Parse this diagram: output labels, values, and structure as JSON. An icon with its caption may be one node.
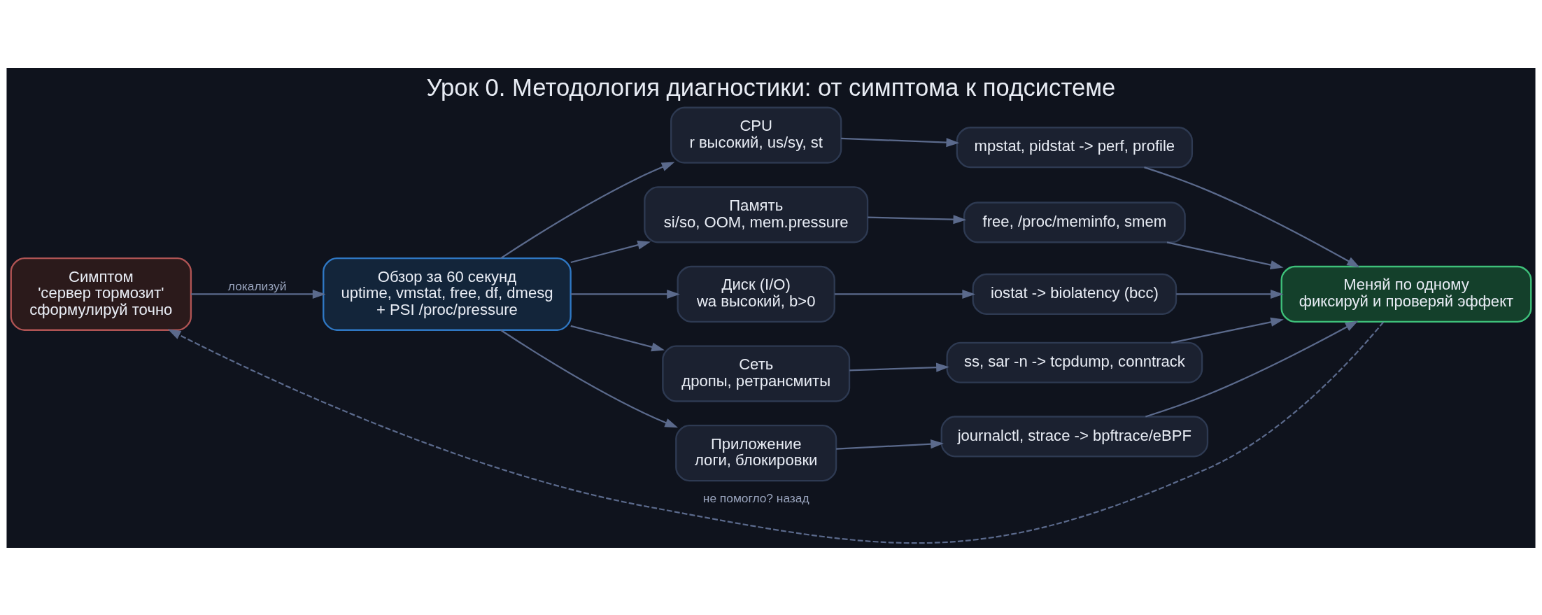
{
  "diagram": {
    "title": "Урок 0. Методология диагностики: от симптома к подсистеме",
    "nodes": [
      {
        "text": [
          "Симптом",
          "'сервер тормозит'",
          "сформулируй точно"
        ]
      },
      {
        "text": [
          "Обзор за 60 секунд",
          "uptime, vmstat, free, df, dmesg",
          "+ PSI /proc/pressure"
        ]
      },
      {
        "text": [
          "CPU",
          "r высокий, us/sy, st"
        ]
      },
      {
        "text": [
          "Память",
          "si/so, OOM, mem.pressure"
        ]
      },
      {
        "text": [
          "Диск (I/O)",
          "wa высокий, b>0"
        ]
      },
      {
        "text": [
          "Сеть",
          "дропы, ретрансмиты"
        ]
      },
      {
        "text": [
          "Приложение",
          "логи, блокировки"
        ]
      },
      {
        "text": [
          "mpstat, pidstat -> perf, profile"
        ]
      },
      {
        "text": [
          "free, /proc/meminfo, smem"
        ]
      },
      {
        "text": [
          "iostat -> biolatency (bcc)"
        ]
      },
      {
        "text": [
          "ss, sar -n -> tcpdump, conntrack"
        ]
      },
      {
        "text": [
          "journalctl, strace -> bpftrace/eBPF"
        ]
      },
      {
        "text": [
          "Меняй по одному",
          "фиксируй и проверяй эффект"
        ]
      }
    ],
    "edges": [
      {
        "from": 0,
        "to": 1,
        "arrow": "to",
        "label": "локализуй"
      },
      {
        "from": 1,
        "to": 2,
        "arrow": "to"
      },
      {
        "from": 1,
        "to": 3,
        "arrow": "to"
      },
      {
        "from": 1,
        "to": 4,
        "arrow": "to"
      },
      {
        "from": 1,
        "to": 5,
        "arrow": "to"
      },
      {
        "from": 1,
        "to": 6,
        "arrow": "to"
      },
      {
        "from": 2,
        "to": 7,
        "arrow": "to"
      },
      {
        "from": 3,
        "to": 8,
        "arrow": "to"
      },
      {
        "from": 4,
        "to": 9,
        "arrow": "to"
      },
      {
        "from": 5,
        "to": 10,
        "arrow": "to"
      },
      {
        "from": 6,
        "to": 11,
        "arrow": "to"
      },
      {
        "from": 7,
        "to": 12,
        "arrow": "to"
      },
      {
        "from": 8,
        "to": 12,
        "arrow": "to"
      },
      {
        "from": 9,
        "to": 12,
        "arrow": "to"
      },
      {
        "from": 10,
        "to": 12,
        "arrow": "to"
      },
      {
        "from": 11,
        "to": 12,
        "arrow": "to"
      },
      {
        "from": 12,
        "to": 0,
        "arrow": "to",
        "label": "не помогло? назад",
        "style": "dashed"
      }
    ]
  }
}
